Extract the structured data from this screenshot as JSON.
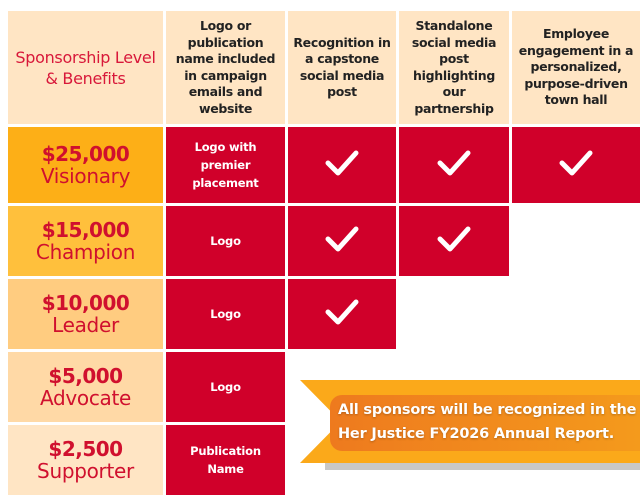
{
  "header": {
    "corner": "Sponsorship Level & Benefits",
    "columns": [
      "Logo or publication name included in campaign emails and website",
      "Recognition in a capstone social media post",
      "Standalone social media post highlighting our partnership",
      "Employee engagement in a personalized, purpose-driven town hall"
    ]
  },
  "levels": [
    {
      "amount": "$25,000",
      "name": "Visionary",
      "color": "#FDAF17",
      "logo": "Logo with premier placement",
      "checks": [
        true,
        true,
        true
      ]
    },
    {
      "amount": "$15,000",
      "name": "Champion",
      "color": "#FFC03C",
      "logo": "Logo",
      "checks": [
        true,
        true,
        false
      ]
    },
    {
      "amount": "$10,000",
      "name": "Leader",
      "color": "#FFCC80",
      "logo": "Logo",
      "checks": [
        true,
        false,
        false
      ]
    },
    {
      "amount": "$5,000",
      "name": "Advocate",
      "color": "#FFD9A6",
      "logo": "Logo",
      "checks": [
        false,
        false,
        false
      ]
    },
    {
      "amount": "$2,500",
      "name": "Supporter",
      "color": "#FFE5C4",
      "logo": "Publication Name",
      "checks": [
        false,
        false,
        false
      ]
    }
  ],
  "banner": {
    "line1": "All sponsors will be recognized in the",
    "line2": "Her Justice FY2026 Annual Report."
  },
  "colors": {
    "red": "#D0002A",
    "header_bg": "#FFE5C4",
    "banner": "#FBA91A"
  }
}
